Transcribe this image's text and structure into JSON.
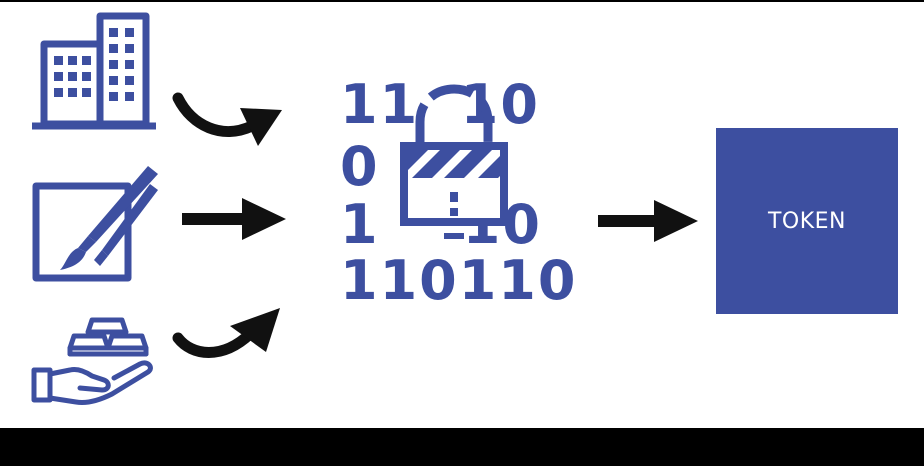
{
  "colors": {
    "brand_blue": "#3d4fa0",
    "arrow_black": "#111111",
    "background": "#ffffff",
    "letterbox": "#000000",
    "token_text": "#ffffff"
  },
  "inputs": [
    {
      "icon": "building-icon"
    },
    {
      "icon": "art-canvas-icon"
    },
    {
      "icon": "gold-in-hand-icon"
    }
  ],
  "binary": {
    "rows": [
      "11  10",
      "0    1",
      "1    10",
      "110110"
    ]
  },
  "center_icon": "padlock-icon",
  "token": {
    "label": "TOKEN"
  }
}
